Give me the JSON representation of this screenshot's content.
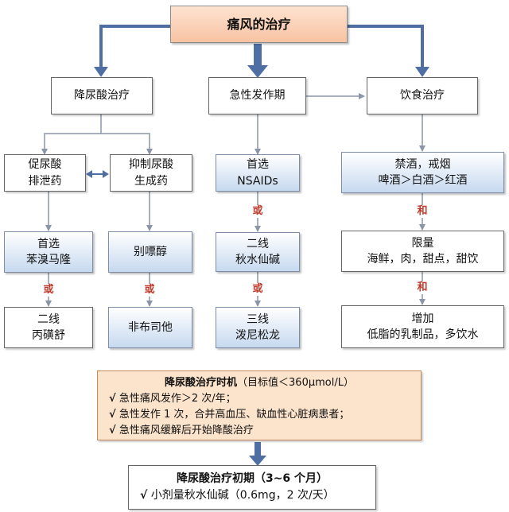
{
  "colors": {
    "arrow_main": "#4f6fa4",
    "arrow_thin": "#8a96a8",
    "or_text": "#c0392b",
    "root_fill": "#f8c3a2",
    "blue_fill": "#c6d9ef",
    "timing_fill": "#fce3cc"
  },
  "root": {
    "label": "痛风的治疗"
  },
  "branches": {
    "urate_lowering": "降尿酸治疗",
    "acute": "急性发作期",
    "diet": "饮食治疗"
  },
  "urate_lowering": {
    "excretion_drug": {
      "line1": "促尿酸",
      "line2": "排泄药"
    },
    "synthesis_inhibitor": {
      "line1": "抑制尿酸",
      "line2": "生成药"
    },
    "excretion_first": {
      "line1": "首选",
      "line2": "苯溴马隆"
    },
    "excretion_second": {
      "line1": "二线",
      "line2": "丙磺舒"
    },
    "inhibitor_first": {
      "label": "别嘌醇"
    },
    "inhibitor_second": {
      "label": "非布司他"
    }
  },
  "acute": {
    "first": {
      "line1": "首选",
      "line2": "NSAIDs"
    },
    "second": {
      "line1": "二线",
      "line2": "秋水仙碱"
    },
    "third": {
      "line1": "三线",
      "line2": "泼尼松龙"
    }
  },
  "diet": {
    "abstain": {
      "line1": "禁酒，戒烟",
      "line2": "啤酒＞白酒＞红酒"
    },
    "limit": {
      "line1": "限量",
      "line2": "海鲜，肉，甜点，甜饮"
    },
    "increase": {
      "line1": "增加",
      "line2": "低脂的乳制品，多饮水"
    }
  },
  "connectors": {
    "or": "或",
    "and": "和"
  },
  "timing": {
    "title_bold": "降尿酸治疗时机",
    "title_rest": "（目标值＜360μmol/L）",
    "check": "√",
    "items": [
      "急性痛风发作＞2 次/年；",
      "急性发作 1 次，合并高血压、缺血性心脏病患者；",
      "急性痛风缓解后开始降酸治疗"
    ]
  },
  "initial": {
    "title": "降尿酸治疗初期（3~6 个月）",
    "check": "√",
    "item": "小剂量秋水仙碱（0.6mg，2 次/天）"
  }
}
